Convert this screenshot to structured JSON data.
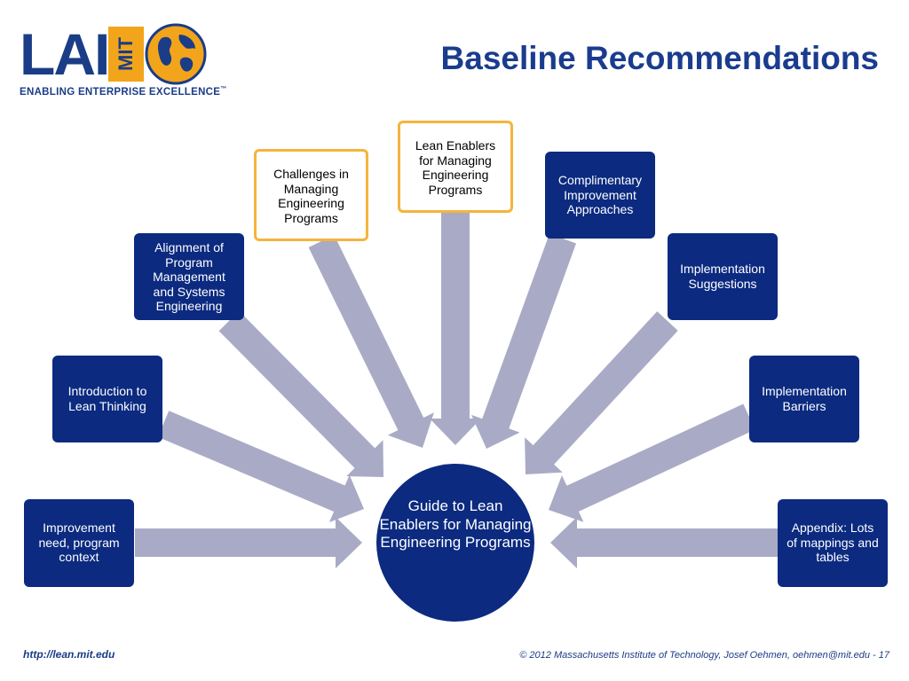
{
  "logo": {
    "letters": "LAI",
    "mit": "MIT",
    "tagline": "ENABLING ENTERPRISE EXCELLENCE",
    "trademark": "™"
  },
  "title": "Baseline Recommendations",
  "hub": {
    "label": "Guide to Lean Enablers  for Managing Engineering Programs"
  },
  "boxes": [
    {
      "label": "Improvement need, program context",
      "highlighted": false
    },
    {
      "label": "Introduction to Lean Thinking",
      "highlighted": false
    },
    {
      "label": "Alignment of Program Management and Systems Engineering",
      "highlighted": false
    },
    {
      "label": "Challenges in Managing Engineering Programs",
      "highlighted": true
    },
    {
      "label": "Lean Enablers for Managing Engineering Programs",
      "highlighted": true
    },
    {
      "label": "Complimentary Improvement Approaches",
      "highlighted": false
    },
    {
      "label": "Implementation Suggestions",
      "highlighted": false
    },
    {
      "label": "Implementation Barriers",
      "highlighted": false
    },
    {
      "label": "Appendix: Lots of mappings and tables",
      "highlighted": false
    }
  ],
  "colors": {
    "box_fill": "#0b2a80",
    "highlight_border": "#f5b43c",
    "arrow": "#a9abc6",
    "title": "#1a3c8e"
  },
  "footer": {
    "url": "http://lean.mit.edu",
    "copyright": "© 2012 Massachusetts Institute of Technology, Josef Oehmen, oehmen@mit.edu - 17"
  }
}
